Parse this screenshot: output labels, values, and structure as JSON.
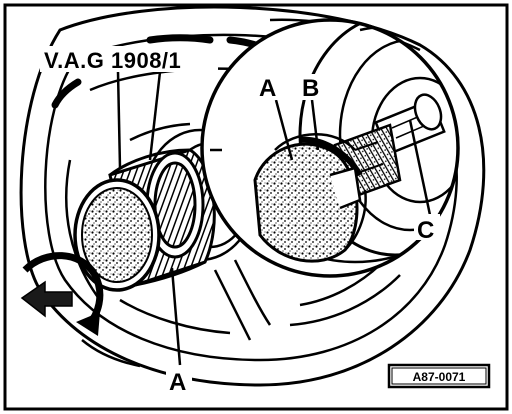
{
  "figure": {
    "tool_label": "V.A.G 1908/1",
    "callouts": {
      "a_upper": "A",
      "b": "B",
      "c": "C",
      "a_lower": "A"
    },
    "reference_code": "A87-0071"
  },
  "colors": {
    "ink": "#000000",
    "paper": "#ffffff",
    "arrow_fill": "#1a1a1a"
  },
  "icons": {
    "rotation_arrow": "rotation-arrow-icon",
    "direction_arrow": "direction-arrow-icon"
  }
}
